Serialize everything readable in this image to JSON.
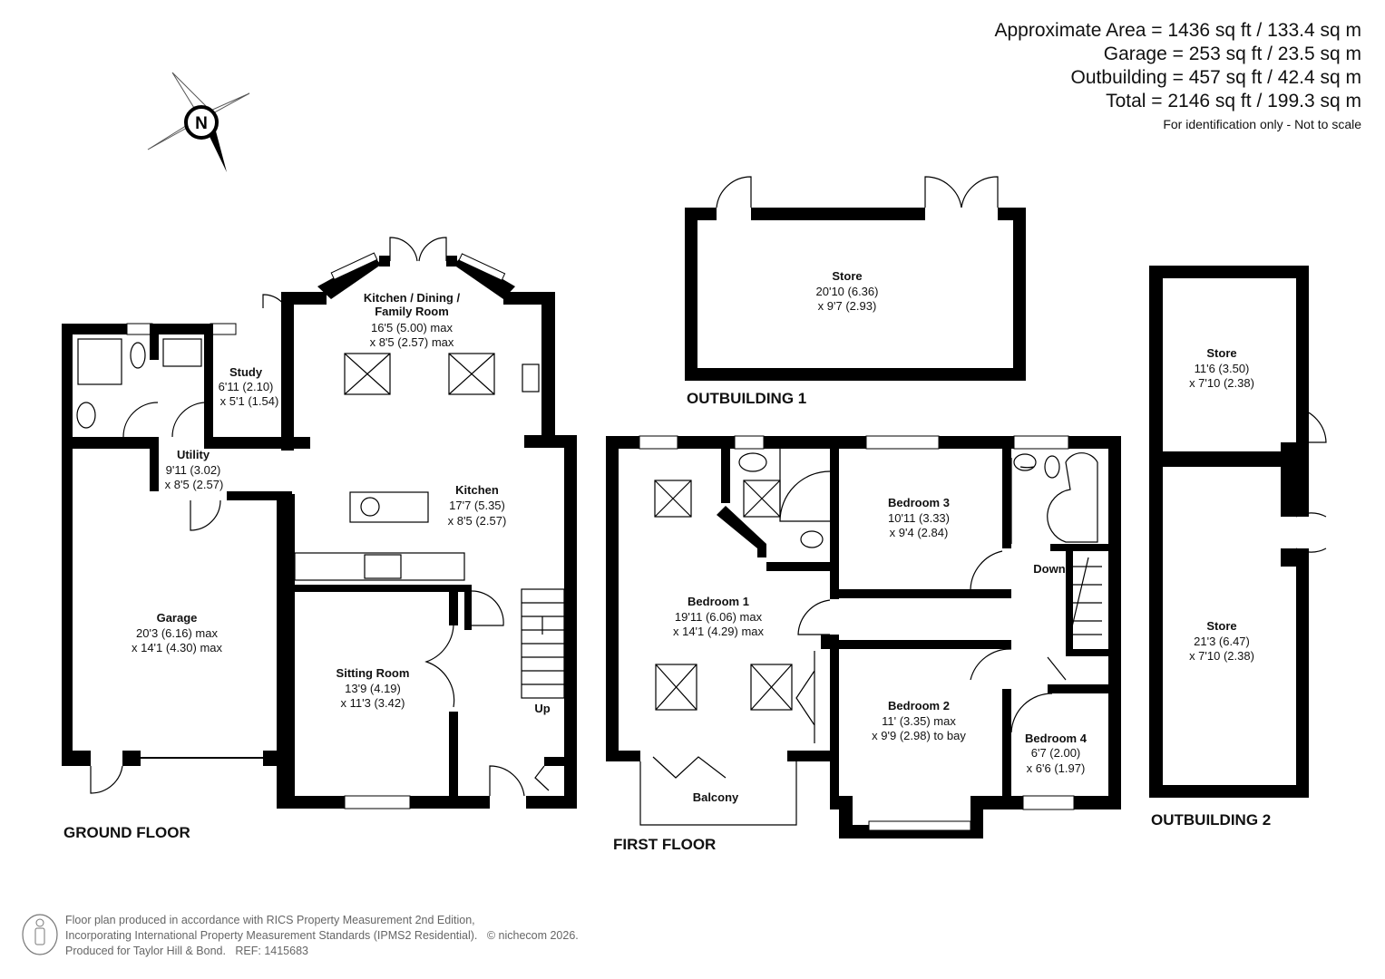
{
  "areas": {
    "approx": "Approximate Area = 1436 sq ft / 133.4 sq m",
    "garage": "Garage = 253 sq ft / 23.5 sq m",
    "outbuilding": "Outbuilding = 457 sq ft / 42.4 sq m",
    "total": "Total = 2146 sq ft / 199.3 sq m",
    "note": "For identification only - Not to scale"
  },
  "compass": {
    "label": "N",
    "icon": "compass-rose-icon"
  },
  "floors": {
    "ground": "GROUND FLOOR",
    "first": "FIRST FLOOR",
    "out1": "OUTBUILDING 1",
    "out2": "OUTBUILDING 2"
  },
  "rooms": {
    "kitchen_dining": {
      "name1": "Kitchen / Dining /",
      "name2": "Family Room",
      "d1": "16'5 (5.00) max",
      "d2": "x 8'5 (2.57) max"
    },
    "study": {
      "name": "Study",
      "d1": "6'11 (2.10)",
      "d2": "x 5'1 (1.54)"
    },
    "utility": {
      "name": "Utility",
      "d1": "9'11 (3.02)",
      "d2": "x 8'5 (2.57)"
    },
    "kitchen": {
      "name": "Kitchen",
      "d1": "17'7 (5.35)",
      "d2": "x 8'5 (2.57)"
    },
    "garage": {
      "name": "Garage",
      "d1": "20'3 (6.16) max",
      "d2": "x 14'1 (4.30) max"
    },
    "sitting": {
      "name": "Sitting Room",
      "d1": "13'9 (4.19)",
      "d2": "x 11'3 (3.42)"
    },
    "store1": {
      "name": "Store",
      "d1": "20'10 (6.36)",
      "d2": "x 9'7 (2.93)"
    },
    "bedroom1": {
      "name": "Bedroom 1",
      "d1": "19'11 (6.06) max",
      "d2": "x 14'1 (4.29) max"
    },
    "bedroom3": {
      "name": "Bedroom 3",
      "d1": "10'11 (3.33)",
      "d2": "x 9'4 (2.84)"
    },
    "bedroom2": {
      "name": "Bedroom 2",
      "d1": "11' (3.35) max",
      "d2": "x 9'9 (2.98) to bay"
    },
    "bedroom4": {
      "name": "Bedroom 4",
      "d1": "6'7 (2.00)",
      "d2": "x 6'6 (1.97)"
    },
    "balcony": {
      "name": "Balcony"
    },
    "store2a": {
      "name": "Store",
      "d1": "11'6 (3.50)",
      "d2": "x 7'10 (2.38)"
    },
    "store2b": {
      "name": "Store",
      "d1": "21'3 (6.47)",
      "d2": "x 7'10 (2.38)"
    }
  },
  "stairs": {
    "up": "Up",
    "down": "Down"
  },
  "footer": {
    "line1": "Floor plan produced in accordance with RICS Property Measurement 2nd Edition,",
    "line2": "Incorporating International Property Measurement Standards (IPMS2 Residential).",
    "copyright": "© nichecom 2026.",
    "line3": "Produced for Taylor Hill & Bond.",
    "ref": "REF: 1415683"
  }
}
